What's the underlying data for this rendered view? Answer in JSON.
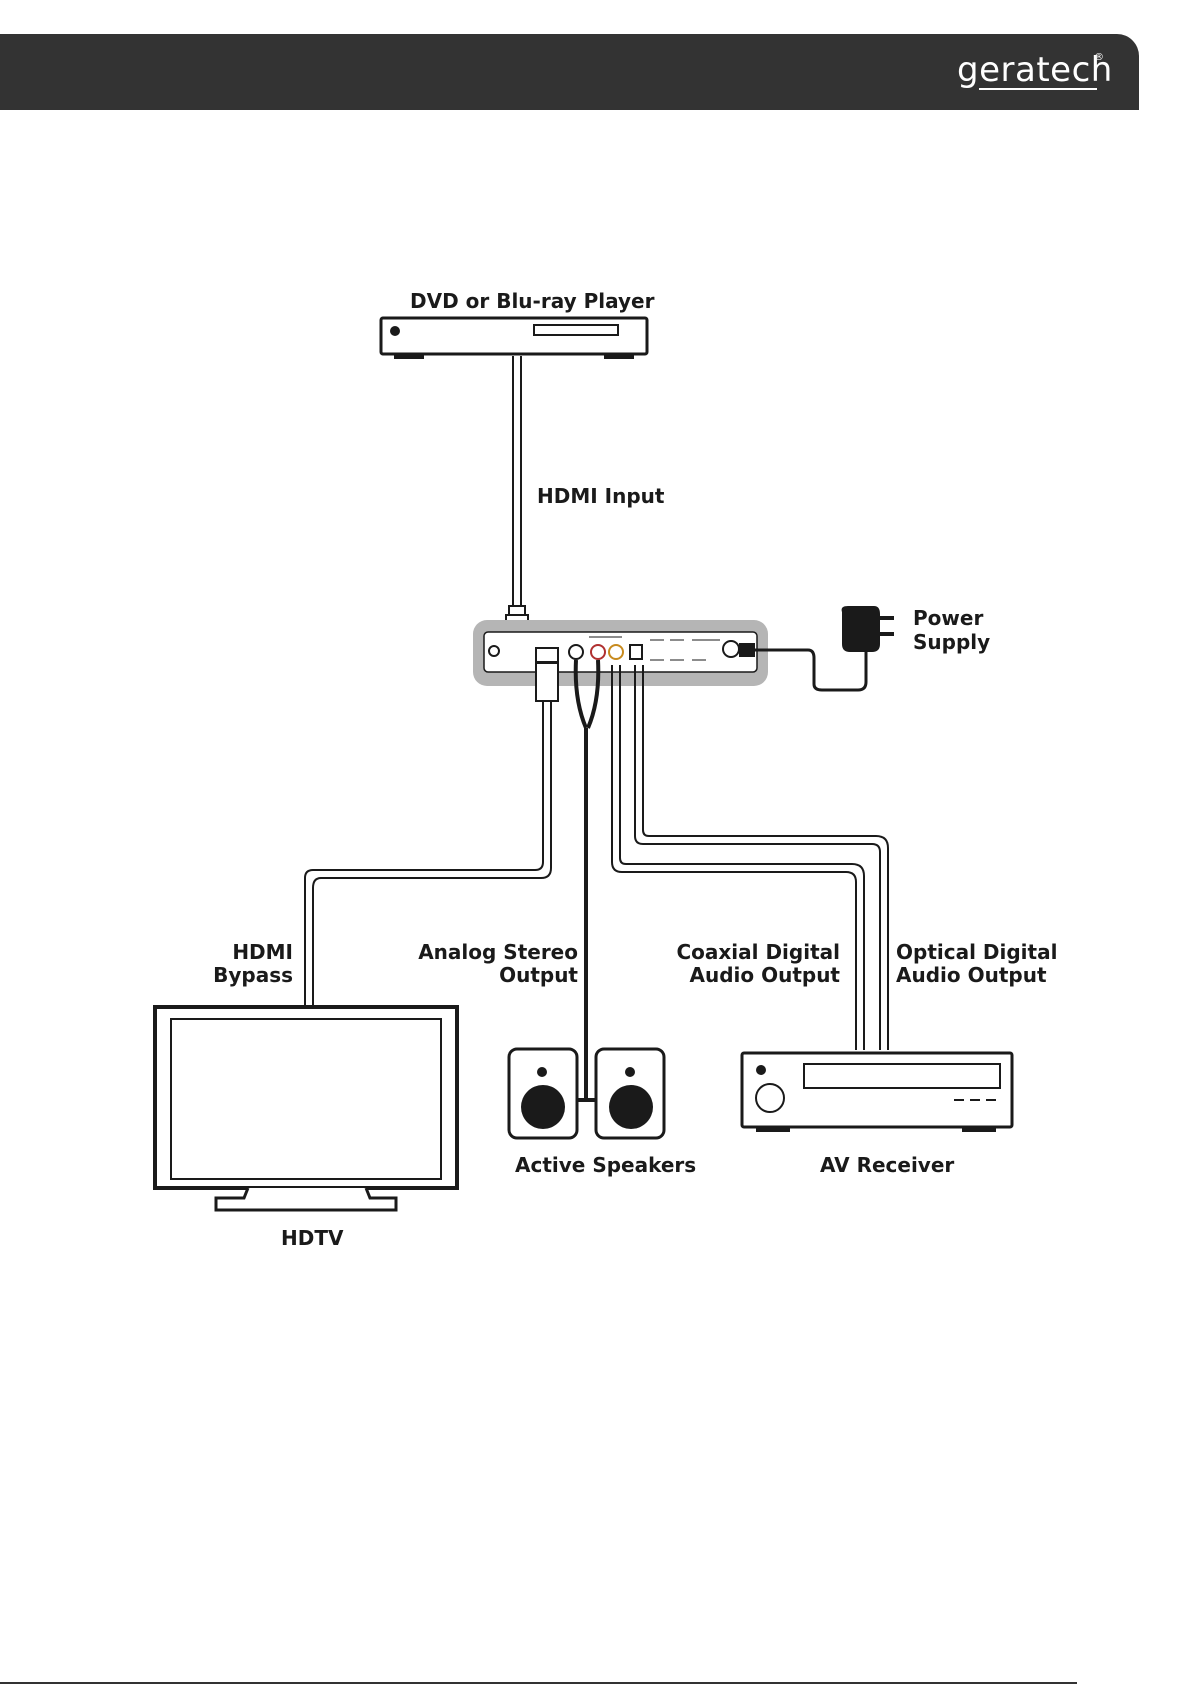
{
  "header": {
    "brand": "geratech",
    "registered_mark": "®"
  },
  "diagram": {
    "devices": {
      "source": "DVD or Blu-ray Player",
      "power": [
        "Power",
        "Supply"
      ],
      "tv": "HDTV",
      "speakers": "Active Speakers",
      "receiver": "AV Receiver"
    },
    "connections": {
      "hdmi_input": "HDMI Input",
      "hdmi_bypass": [
        "HDMI",
        "Bypass"
      ],
      "analog": [
        "Analog Stereo",
        "Output"
      ],
      "coaxial": [
        "Coaxial Digital",
        "Audio Output"
      ],
      "optical": [
        "Optical Digital",
        "Audio Output"
      ]
    }
  },
  "colors": {
    "header_bg": "#333333",
    "line": "#1a1a1a",
    "box_grey": "#b5b5b5"
  }
}
